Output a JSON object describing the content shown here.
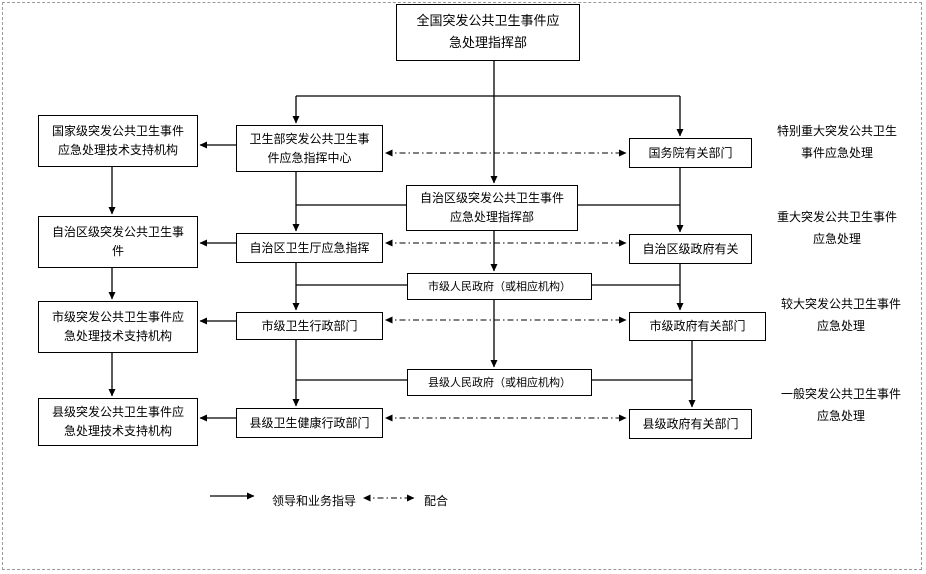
{
  "boxes": {
    "hq": "全国突发公共卫生事件应急处理指挥部",
    "nat_tech": "国家级突发公共卫生事件应急处理技术支持机构",
    "moh_center": "卫生部突发公共卫生事件应急指挥中心",
    "state_council": "国务院有关部门",
    "region_cmd": "自治区级突发公共卫生事件应急处理指挥部",
    "region_tech": "自治区级突发公共卫生事件",
    "region_health": "自治区卫生厅应急指挥",
    "region_gov": "自治区级政府有关",
    "city_gov_main": "市级人民政府（或相应机构）",
    "city_tech": "市级突发公共卫生事件应急处理技术支持机构",
    "city_health": "市级卫生行政部门",
    "city_depts": "市级政府有关部门",
    "county_gov_main": "县级人民政府（或相应机构）",
    "county_tech": "县级突发公共卫生事件应急处理技术支持机构",
    "county_health": "县级卫生健康行政部门",
    "county_depts": "县级政府有关部门"
  },
  "levels": [
    "特别重大突发公共卫生事件应急处理",
    "重大突发公共卫生事件应急处理",
    "较大突发公共卫生事件应急处理",
    "一般突发公共卫生事件应急处理"
  ],
  "legend": {
    "lead": "领导和业务指导",
    "coop": "配合"
  }
}
